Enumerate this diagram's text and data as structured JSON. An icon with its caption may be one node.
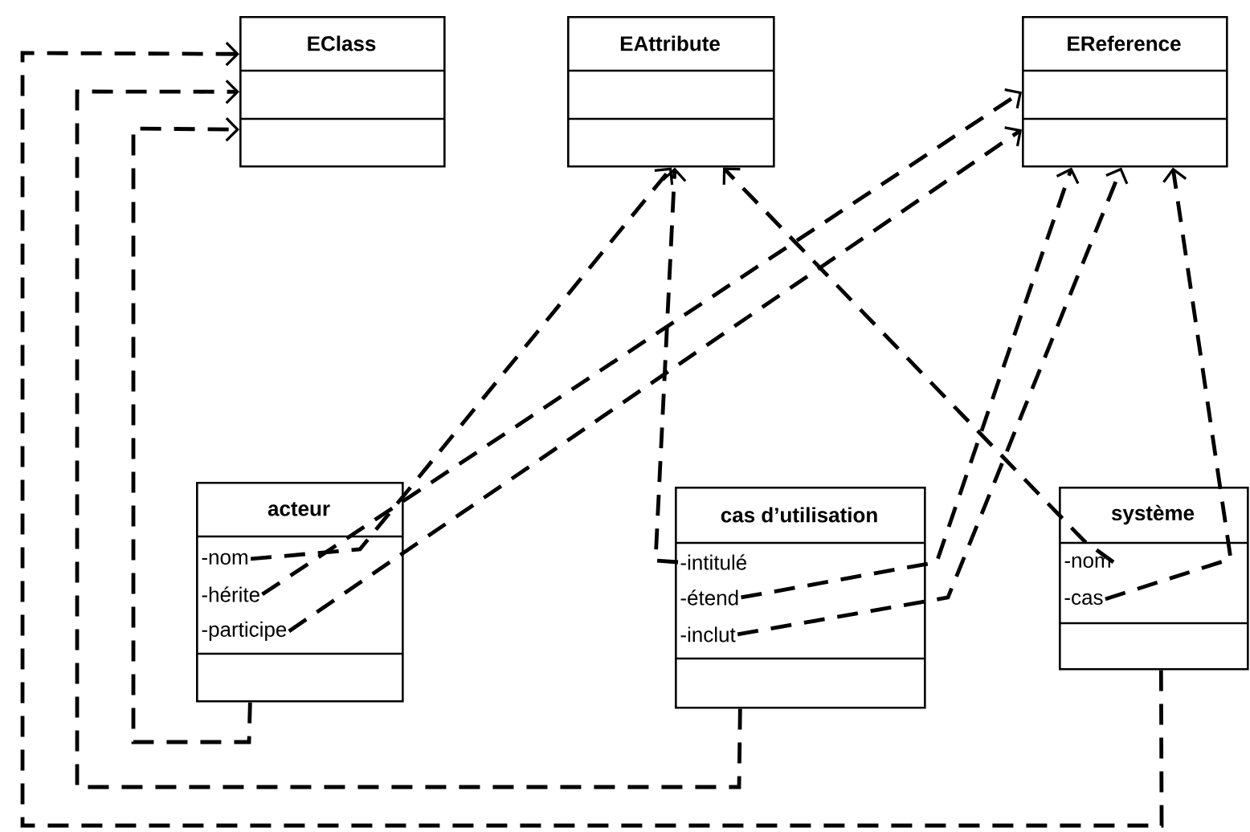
{
  "diagram": {
    "nodes": [
      {
        "text": [
          "EClass"
        ]
      },
      {
        "text": [
          "EAttribute"
        ]
      },
      {
        "text": [
          "EReference"
        ]
      },
      {
        "text": [
          "acteur"
        ]
      },
      {
        "text": [
          "-nom"
        ],
        "in": 3
      },
      {
        "text": [
          "-hérite"
        ],
        "in": 3
      },
      {
        "text": [
          "-participe"
        ],
        "in": 3
      },
      {
        "text": [
          "cas d’utilisation"
        ]
      },
      {
        "text": [
          "-intitulé"
        ],
        "in": 7
      },
      {
        "text": [
          "-étend"
        ],
        "in": 7
      },
      {
        "text": [
          "-inclut"
        ],
        "in": 7
      },
      {
        "text": [
          "système"
        ]
      },
      {
        "text": [
          "-nom"
        ],
        "in": 11
      },
      {
        "text": [
          "-cas"
        ],
        "in": 11
      }
    ],
    "edges": [
      {
        "from": 3,
        "to": 0,
        "arrow": "to"
      },
      {
        "from": 7,
        "to": 0,
        "arrow": "to"
      },
      {
        "from": 11,
        "to": 0,
        "arrow": "to"
      },
      {
        "from": 4,
        "to": 1,
        "arrow": "to"
      },
      {
        "from": 5,
        "to": 2,
        "arrow": "to"
      },
      {
        "from": 6,
        "to": 2,
        "arrow": "to"
      },
      {
        "from": 8,
        "to": 1,
        "arrow": "to"
      },
      {
        "from": 9,
        "to": 2,
        "arrow": "to"
      },
      {
        "from": 10,
        "to": 2,
        "arrow": "to"
      },
      {
        "from": 12,
        "to": 1,
        "arrow": "to"
      },
      {
        "from": 13,
        "to": 2,
        "arrow": "to"
      }
    ]
  }
}
